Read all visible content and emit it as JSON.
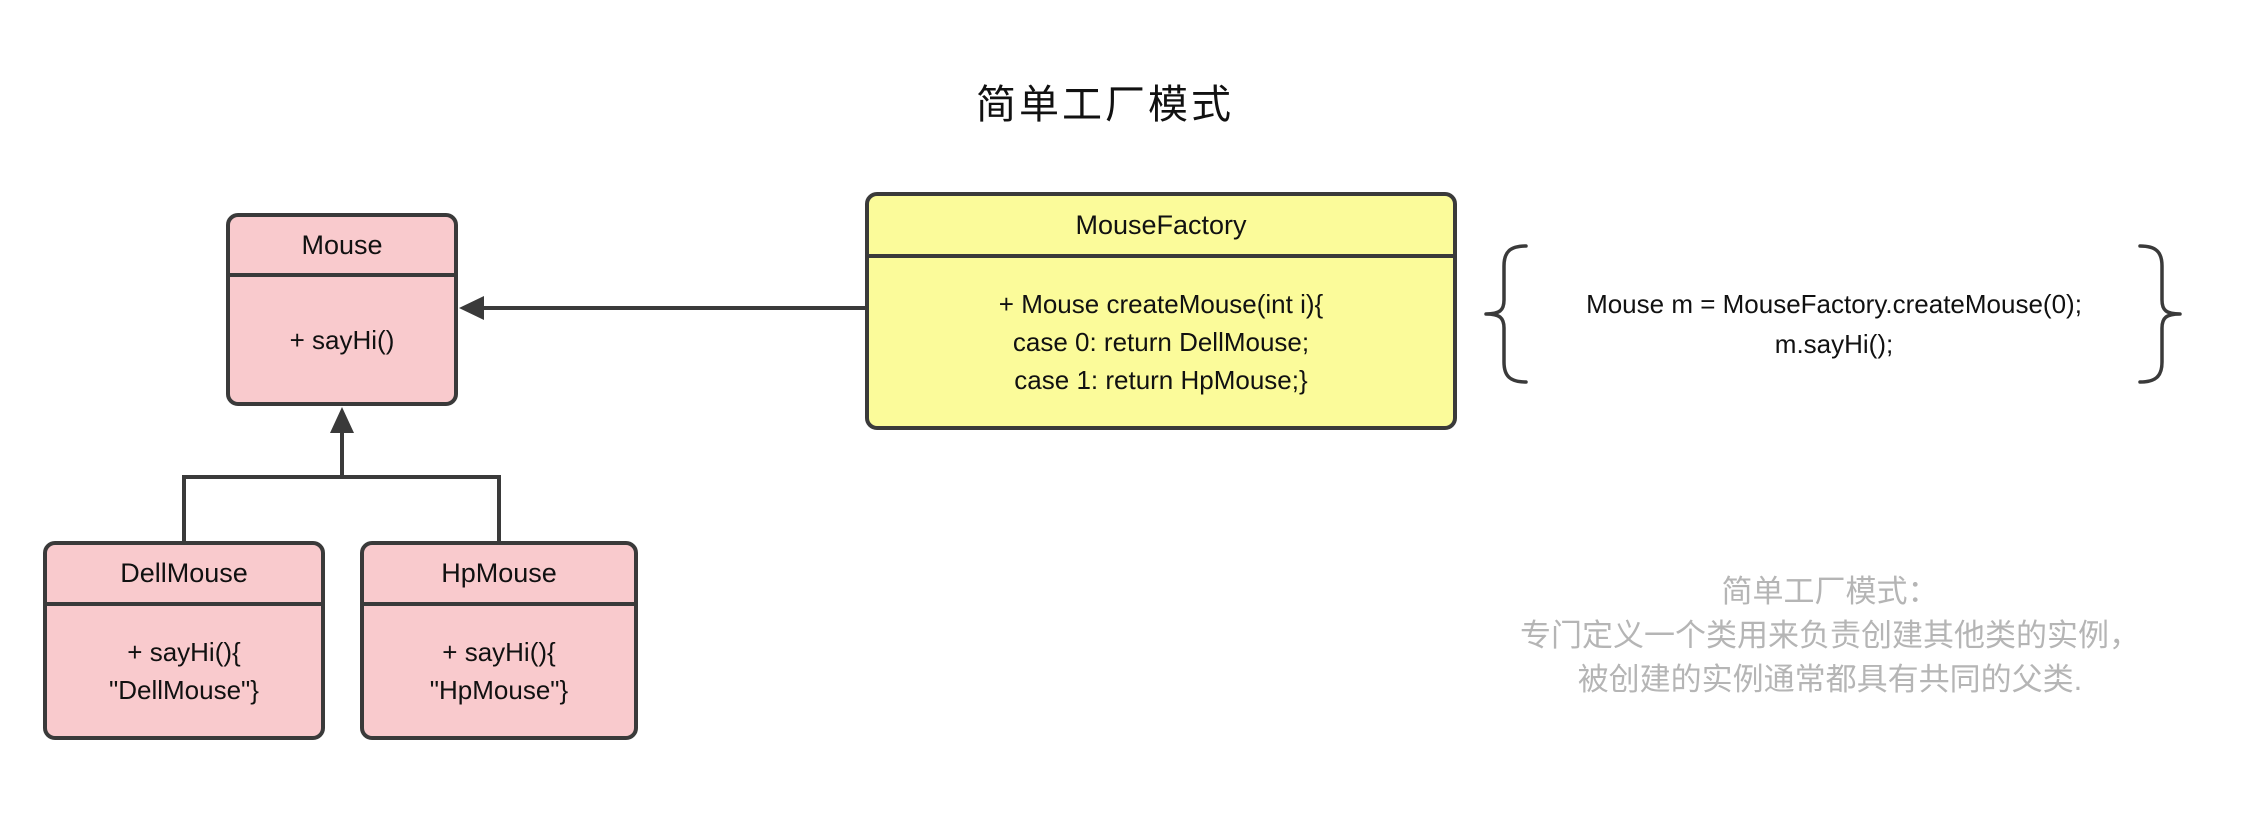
{
  "title": "简单工厂模式",
  "diagram": {
    "classes": {
      "mouse": {
        "name": "Mouse",
        "methods": [
          "+ sayHi()"
        ]
      },
      "mouse_factory": {
        "name": "MouseFactory",
        "methods": [
          "+ Mouse createMouse(int i){",
          "case 0: return DellMouse;",
          "case 1: return HpMouse;}"
        ]
      },
      "dell_mouse": {
        "name": "DellMouse",
        "methods": [
          "+ sayHi(){",
          "\"DellMouse\"}"
        ]
      },
      "hp_mouse": {
        "name": "HpMouse",
        "methods": [
          "+ sayHi(){",
          "\"HpMouse\"}"
        ]
      }
    },
    "usage_code": {
      "lines": [
        "Mouse m = MouseFactory.createMouse(0);",
        "m.sayHi();"
      ]
    },
    "note": {
      "lines": [
        "简单工厂模式：",
        "专门定义一个类用来负责创建其他类的实例，",
        "被创建的实例通常都具有共同的父类."
      ]
    }
  },
  "colors": {
    "pink_fill": "#F9CACD",
    "yellow_fill": "#FBFB9A",
    "stroke": "#3A3A3A",
    "note_text": "#B5B5B5"
  }
}
